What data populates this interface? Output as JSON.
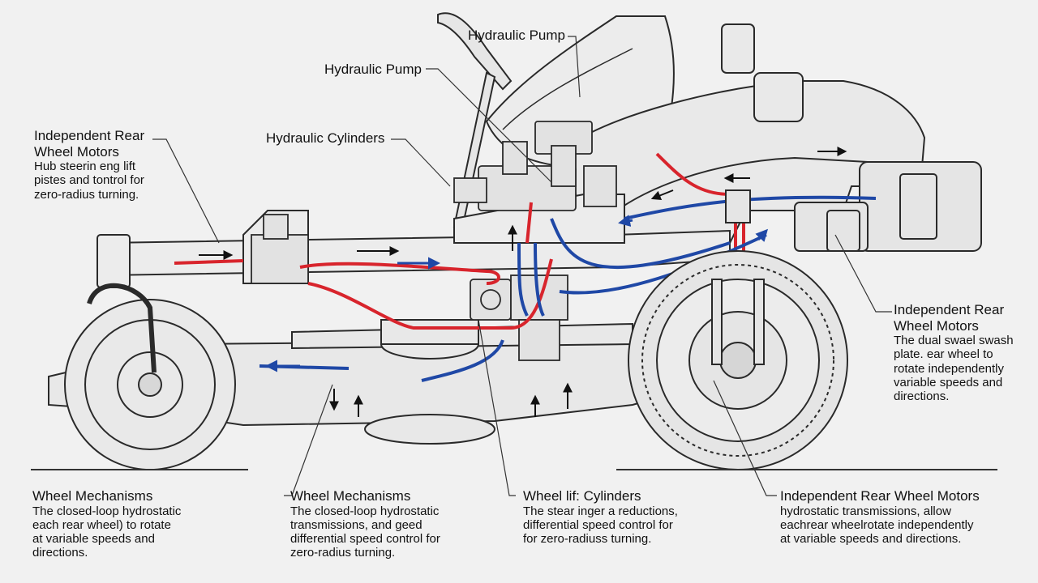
{
  "colors": {
    "background": "#f1f1f1",
    "line": "#2a2a2a",
    "body_fill": "#e9e9e9",
    "pressure_line": "#d8242c",
    "return_line": "#1f48a6"
  },
  "callouts": {
    "pump_top": "Hydraulic Pump",
    "pump_left": "Hydraulic Pump",
    "cylinders": "Hydraulic Cylinders",
    "rear_motors_left": {
      "title_line1": "Independent Rear",
      "title_line2": "Wheel Motors",
      "body_line1": "Hub steerin eng lift",
      "body_line2": "pistes and tontrol for",
      "body_line3": "zero-radius turning."
    },
    "rear_motors_right": {
      "title_line1": "Independent Rear",
      "title_line2": "Wheel Motors",
      "body_line1": "The dual swael swash",
      "body_line2": "plate. ear wheel to",
      "body_line3": "rotate independently",
      "body_line4": "variable speeds and",
      "body_line5": "directions."
    },
    "wheel_mech_1": {
      "title": "Wheel Mechanisms",
      "body_line1": "The closed-loop hydrostatic",
      "body_line2": "each rear wheel) to rotate",
      "body_line3": "at variable speeds and",
      "body_line4": "directions."
    },
    "wheel_mech_2": {
      "title": "Wheel Mechanisms",
      "body_line1": "The closed-loop hydrostatic",
      "body_line2": "transmissions, and geed",
      "body_line3": "differential speed control for",
      "body_line4": "zero-radius turning."
    },
    "wheel_lift": {
      "title": "Wheel lif: Cylinders",
      "body_line1": "The stear inger a reductions,",
      "body_line2": "differential speed control for",
      "body_line3": "for zero-radiuss turning."
    },
    "rear_motors_bottom": {
      "title": "Independent Rear Wheel Motors",
      "body_line1": "hydrostatic transmissions, allow",
      "body_line2": "eachrear wheelrotate independently",
      "body_line3": "at variable speeds and directions."
    }
  }
}
